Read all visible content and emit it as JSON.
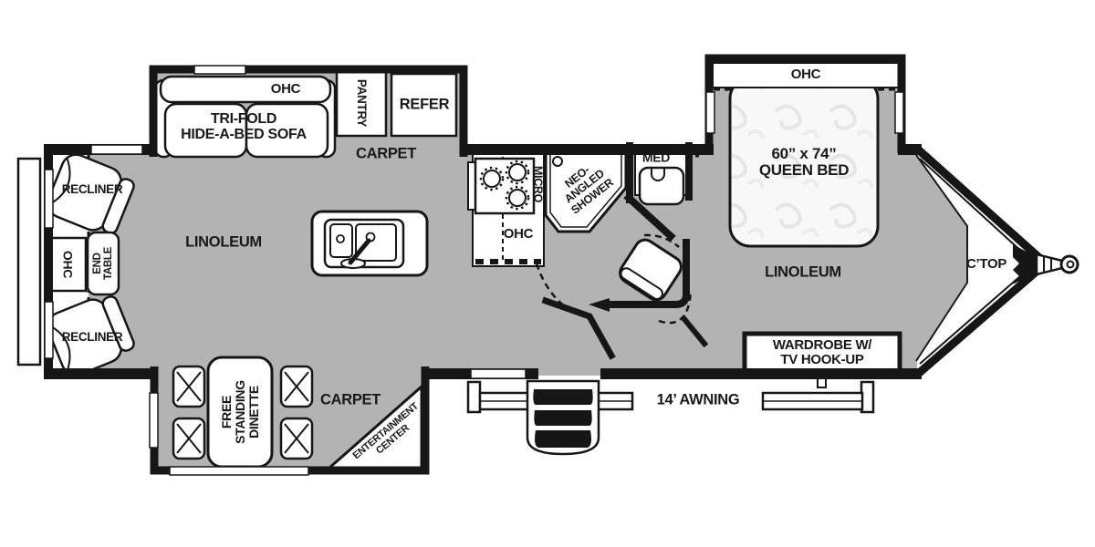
{
  "colors": {
    "floor_gray": "#b3b3b3",
    "wall_black": "#161616",
    "furniture_white": "#ffffff",
    "label_text": "#191919"
  },
  "labels": {
    "front_slide": {
      "ohc": "OHC",
      "sofa": "TRI-FOLD\nHIDE-A-BED SOFA",
      "pantry": "PANTRY",
      "refer": "REFER",
      "carpet": "CARPET"
    },
    "rear_left": {
      "recliner_top": "RECLINER",
      "ohc": "OHC",
      "end_table": "END\nTABLE",
      "recliner_bottom": "RECLINER"
    },
    "living": {
      "flooring": "LINOLEUM"
    },
    "kitchen": {
      "micro": "MICRO",
      "ohc": "OHC"
    },
    "bath": {
      "shower": "NEO-\nANGLED\nSHOWER",
      "med": "MED"
    },
    "bedroom": {
      "ohc": "OHC",
      "bed": "60” x 74”\nQUEEN BED",
      "flooring": "LINOLEUM",
      "wardrobe": "WARDROBE W/\nTV HOOK-UP"
    },
    "front_cap": {
      "ctop": "C’TOP"
    },
    "exterior": {
      "awning": "14’ AWNING"
    },
    "dinette_slide": {
      "dinette": "FREE\nSTANDING\nDINETTE",
      "carpet": "CARPET",
      "entertainment": "ENTERTAINMENT\nCENTER"
    }
  }
}
